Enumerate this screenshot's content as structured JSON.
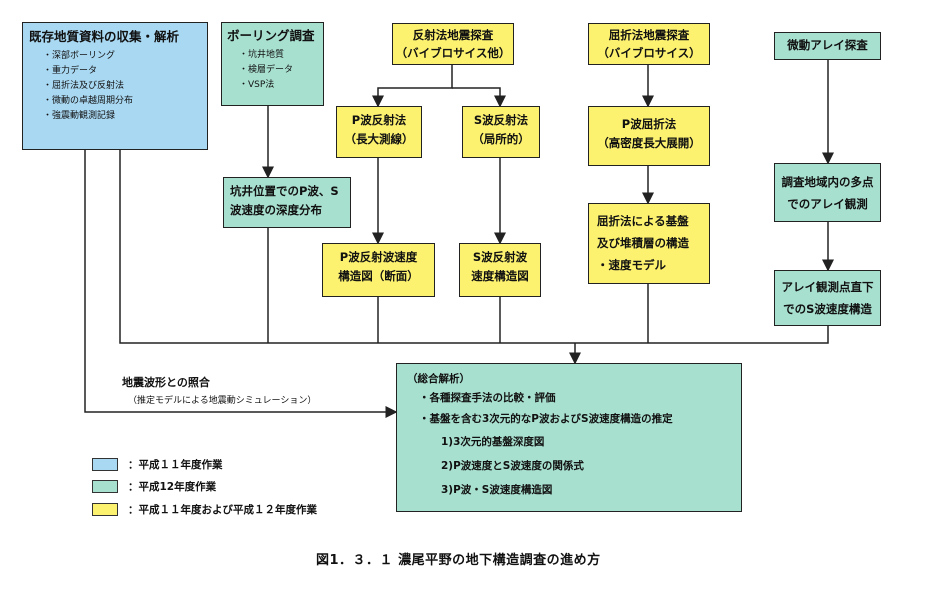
{
  "box_kizon": {
    "title": "既存地質資料の収集・解析",
    "items": [
      "・深部ボーリング",
      "・重力データ",
      "・屈折法及び反射法",
      "・微動の卓越周期分布",
      "・強震動観測記録"
    ]
  },
  "box_boring": {
    "title": "ボーリング調査",
    "items": [
      "・坑井地質",
      "・検層データ",
      "・VSP法"
    ]
  },
  "box_hansha": {
    "line1": "反射法地震探査",
    "line2": "（バイブロサイス他）"
  },
  "box_kussetsu": {
    "line1": "屈折法地震探査",
    "line2": "（バイブロサイス）"
  },
  "box_bidou": {
    "line1": "微動アレイ探査"
  },
  "box_p_hansha": {
    "line1": "P波反射法",
    "line2": "（長大測線）"
  },
  "box_s_hansha": {
    "line1": "S波反射法",
    "line2": "（局所的）"
  },
  "box_p_kussetsu": {
    "line1": "P波屈折法",
    "line2": "（高密度長大展開）"
  },
  "box_koui": {
    "line1": "坑井位置でのP波、S",
    "line2": "波速度の深度分布"
  },
  "box_p_sokudo": {
    "line1": "P波反射波速度",
    "line2": "構造図（断面）"
  },
  "box_s_sokudo": {
    "line1": "S波反射波",
    "line2": "速度構造図"
  },
  "box_kiban": {
    "line1": "屈折法による基盤",
    "line2": "及び堆積層の構造",
    "line3": "・速度モデル"
  },
  "box_array": {
    "line1": "調査地域内の多点",
    "line2": "でのアレイ観測"
  },
  "box_array_s": {
    "line1": "アレイ観測点直下",
    "line2": "でのS波速度構造"
  },
  "box_sougou": {
    "title": "（総合解析）",
    "l1": "・各種探査手法の比較・評価",
    "l2": "・基盤を含む3次元的なP波およびS波速度構造の推定",
    "l3": "1)3次元的基盤深度図",
    "l4": "2)P波速度とS波速度の関係式",
    "l5": "3)P波・S波速度構造図"
  },
  "side_label": "地震波形との照合",
  "side_sublabel": "（推定モデルによる地震動シミュレーション）",
  "legend": [
    {
      "color": "#a9d8f2",
      "text": "：平成１１年度作業"
    },
    {
      "color": "#a8e0cf",
      "text": "：平成12年度作業"
    },
    {
      "color": "#fcf270",
      "text": "：平成１１年度および平成１２年度作業"
    }
  ],
  "caption": "図1．３．１ 濃尾平野の地下構造調査の進め方"
}
